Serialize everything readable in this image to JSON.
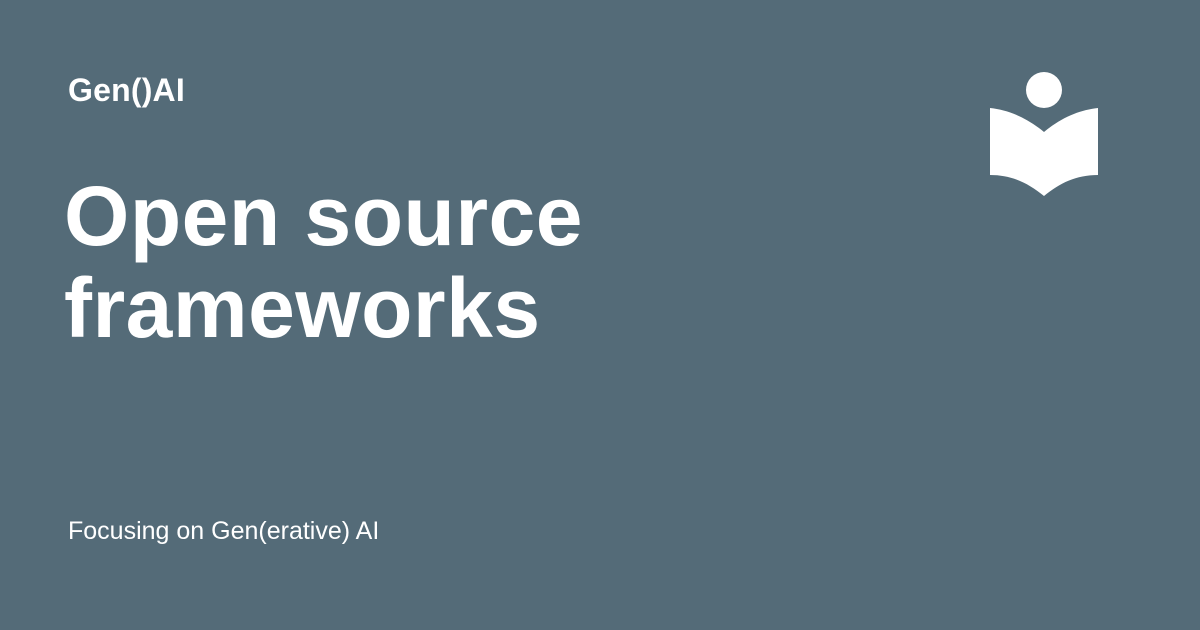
{
  "site": {
    "name": "Gen()AI"
  },
  "page": {
    "title_lines": [
      "Open source",
      "frameworks"
    ],
    "tagline": "Focusing on Gen(erative) AI"
  },
  "logo": {
    "icon": "open-book-reader-icon",
    "color": "#ffffff"
  },
  "colors": {
    "background": "#546b78",
    "text": "#ffffff"
  }
}
